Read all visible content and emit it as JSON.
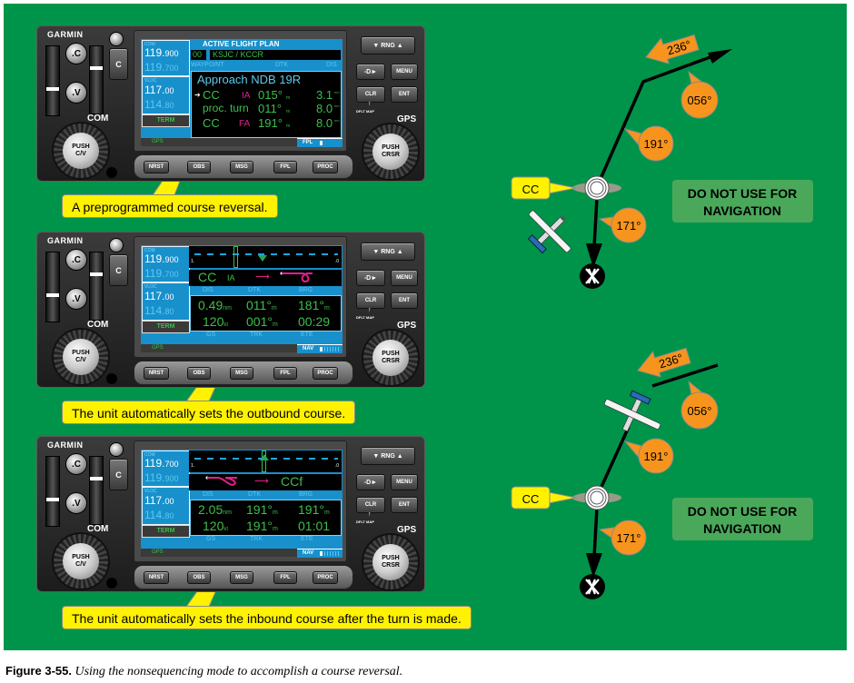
{
  "gps_chrome": {
    "brand": "GARMIN",
    "c_knob": ".C",
    "v_knob": ".V",
    "c_button": "C",
    "com_label": "COM",
    "left_knob": [
      "PUSH",
      "C/V"
    ],
    "right_knob": [
      "PUSH",
      "CRSR"
    ],
    "rng": "▼ RNG ▲",
    "direct": "-D►",
    "menu": "MENU",
    "clr": "CLR",
    "ent": "ENT",
    "dflt_map": "DFLT MAP",
    "gps_label": "GPS",
    "bottom_buttons": [
      "NRST",
      "OBS",
      "MSG",
      "FPL",
      "PROC"
    ]
  },
  "units": [
    {
      "com_label": "COM",
      "com_active": "119.",
      "com_active_dec": "900",
      "com_standby": "119.",
      "com_standby_dec": "700",
      "vloc_label": "VLOC",
      "vloc_active": "117.",
      "vloc_active_dec": "00",
      "vloc_standby": "114.",
      "vloc_standby_dec": "80",
      "term": "TERM",
      "mode": "GPS",
      "page": "FPL",
      "title": "ACTIVE FLIGHT PLAN",
      "fp_number": "00",
      "route": "KSJC / KCCR",
      "headers": [
        "WAYPOINT",
        "DTK",
        "DIS"
      ],
      "approach": "Approach NDB 19R",
      "rows": [
        {
          "wpt": "CC",
          "type": "IA",
          "dtk": "015°",
          "dtk_unit": "m",
          "dis": "3.1",
          "dis_unit": "nm"
        },
        {
          "wpt": "proc. turn",
          "type": "",
          "dtk": "011°",
          "dtk_unit": "m",
          "dis": "8.0",
          "dis_unit": "nm"
        },
        {
          "wpt": "CC",
          "type": "FA",
          "dtk": "191°",
          "dtk_unit": "m",
          "dis": "8.0",
          "dis_unit": "nm"
        }
      ]
    },
    {
      "com_label": "COM",
      "com_active": "119.",
      "com_active_dec": "900",
      "com_standby": "119.",
      "com_standby_dec": "700",
      "vloc_label": "VLOC",
      "vloc_active": "117.",
      "vloc_active_dec": "00",
      "vloc_standby": "114.",
      "vloc_standby_dec": "80",
      "term": "TERM",
      "mode": "GPS",
      "page": "NAV",
      "cdi_left": "1.",
      "cdi_right": ".0",
      "waypoint": "CC",
      "leg_type": "IA",
      "headers_top": [
        "DIS",
        "DTK",
        "BRG"
      ],
      "dis": "0.49",
      "dis_unit": "nm",
      "dtk": "011°",
      "dtk_unit": "m",
      "brg": "181°",
      "brg_unit": "m",
      "gs": "120",
      "gs_unit": "kt",
      "trk": "001°",
      "trk_unit": "m",
      "ete": "00:29",
      "headers_bottom": [
        "GS",
        "TRK",
        "ETE"
      ]
    },
    {
      "com_label": "COM",
      "com_active": "119.",
      "com_active_dec": "700",
      "com_standby": "119.",
      "com_standby_dec": "900",
      "vloc_label": "VLOC",
      "vloc_active": "117.",
      "vloc_active_dec": "00",
      "vloc_standby": "114.",
      "vloc_standby_dec": "80",
      "term": "TERM",
      "mode": "GPS",
      "page": "NAV",
      "cdi_left": "1.",
      "cdi_right": ".0",
      "waypoint": "CCf",
      "headers_top": [
        "DIS",
        "DTK",
        "BRG"
      ],
      "dis": "2.05",
      "dis_unit": "nm",
      "dtk": "191°",
      "dtk_unit": "m",
      "brg": "191°",
      "brg_unit": "m",
      "gs": "120",
      "gs_unit": "kt",
      "trk": "191°",
      "trk_unit": "m",
      "ete": "01:01",
      "headers_bottom": [
        "GS",
        "TRK",
        "ETE"
      ]
    }
  ],
  "callouts": [
    "A preprogrammed course reversal.",
    "The unit automatically sets the outbound course.",
    "The unit automatically sets the inbound course after the turn is made."
  ],
  "diagrams": [
    {
      "fix_label": "CC",
      "outbound": "171°",
      "inbound": "191°",
      "leg1": "056°",
      "leg2": "236°",
      "warning": [
        "DO NOT USE FOR",
        "NAVIGATION"
      ]
    },
    {
      "fix_label": "CC",
      "outbound": "171°",
      "inbound": "191°",
      "leg1": "056°",
      "leg2": "236°",
      "warning": [
        "DO NOT USE FOR",
        "NAVIGATION"
      ]
    }
  ],
  "colors": {
    "background": "#00944a",
    "screen": "#1890cc",
    "callout": "#fff200",
    "bubble": "#f7941d",
    "warning_box": "#4aa85a"
  },
  "caption": {
    "number": "Figure 3-55.",
    "text": " Using the nonsequencing mode to accomplish a course reversal."
  }
}
